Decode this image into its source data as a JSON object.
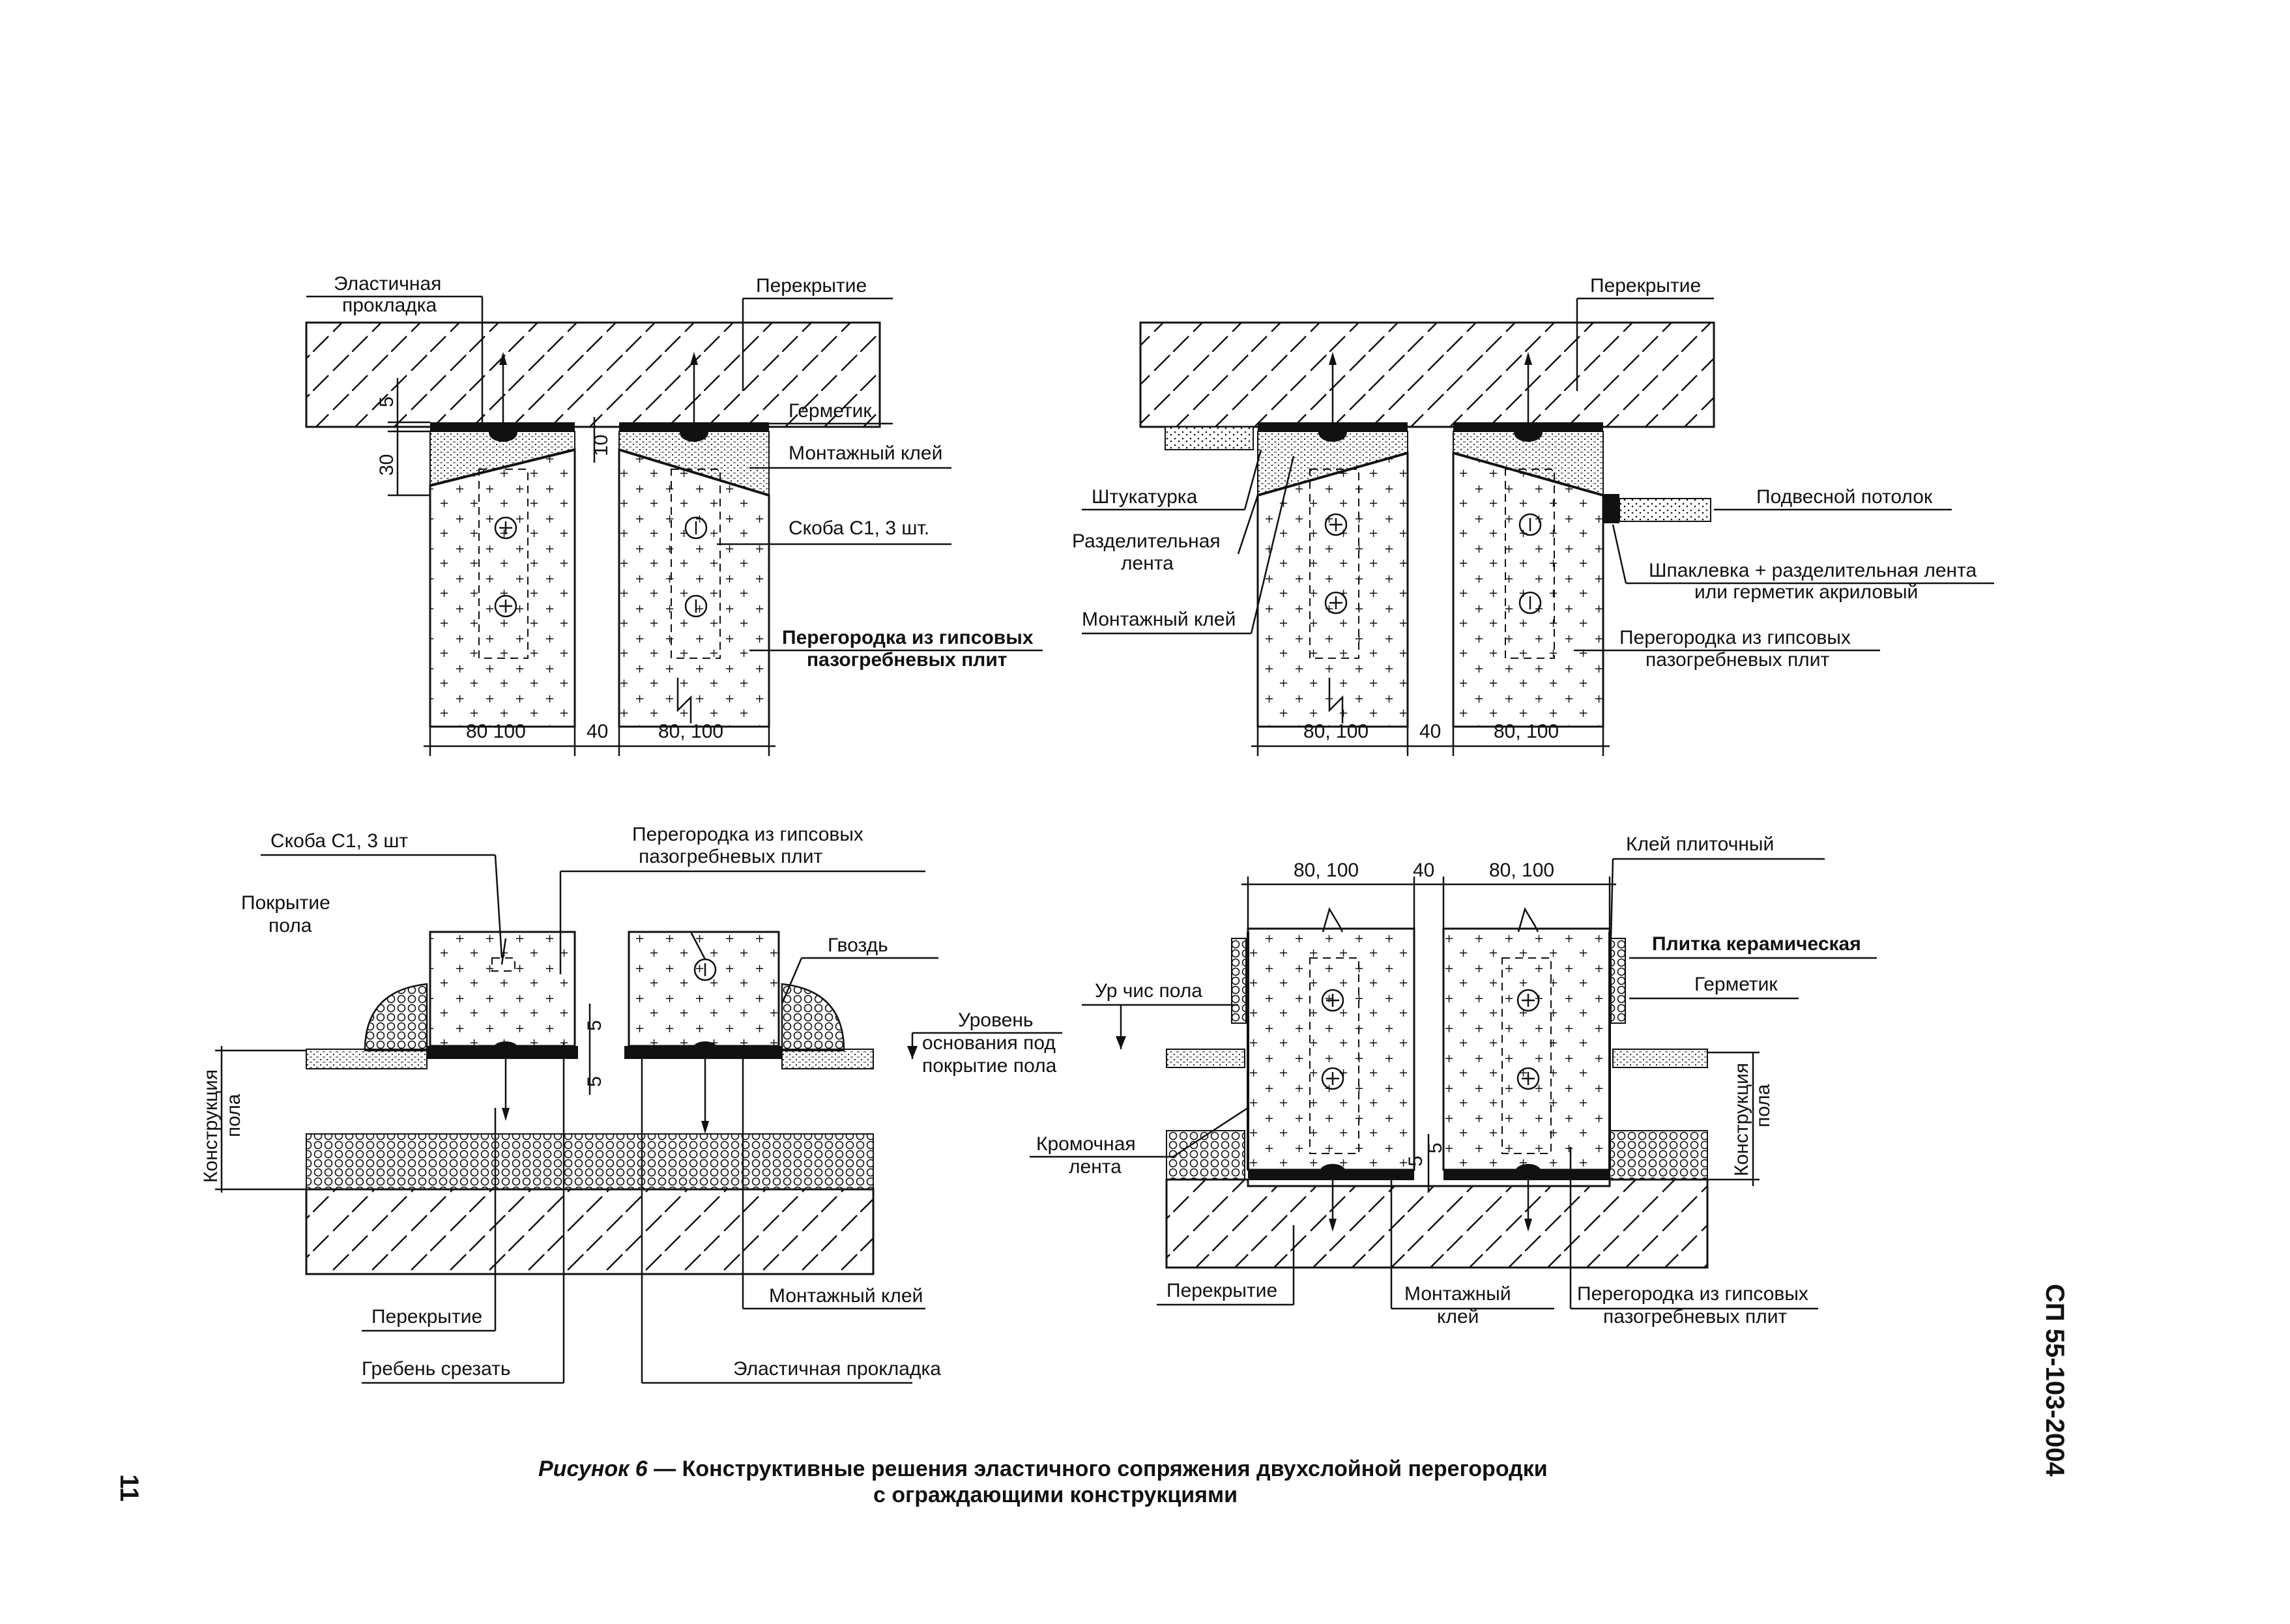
{
  "side_header": "СП 55-103-2004",
  "page_number": "11",
  "caption": {
    "figure_label": "Рисунок 6",
    "line1": " — Конструктивные решения эластичного сопряжения двухслойной перегородки",
    "line2": "с ограждающими конструкциями"
  },
  "top_left": {
    "labels": {
      "elastic_pad_1": "Эластичная",
      "elastic_pad_2": "прокладка",
      "slab": "Перекрытие",
      "sealant": "Герметик",
      "adhesive": "Монтажный клей",
      "bracket": "Скоба С1, 3 шт.",
      "partition_1": "Перегородка из гипсовых",
      "partition_2": "пазогребневых плит"
    },
    "dims": {
      "d5": "5",
      "d30": "30",
      "d10": "10",
      "w1": "80  100",
      "gap": "40",
      "w2": "80, 100"
    }
  },
  "top_right": {
    "labels": {
      "slab": "Перекрытие",
      "plaster": "Штукатурка",
      "separating_tape_1": "Разделительная",
      "separating_tape_2": "лента",
      "adhesive": "Монтажный клей",
      "suspended_ceiling": "Подвесной потолок",
      "putty_1": "Шпаклевка + разделительная лента",
      "putty_2": "или герметик акриловый",
      "partition_1": "Перегородка из гипсовых",
      "partition_2": "пазогребневых плит"
    },
    "dims": {
      "w1": "80, 100",
      "gap": "40",
      "w2": "80, 100"
    }
  },
  "bottom_left": {
    "labels": {
      "bracket": "Скоба С1, 3 шт",
      "floor_cover_1": "Покрытие",
      "floor_cover_2": "пола",
      "partition_1": "Перегородка из гипсовых",
      "partition_2": "пазогребневых плит",
      "nail": "Гвоздь",
      "level_1": "Уровень",
      "level_2": "основания под",
      "level_3": "покрытие пола",
      "floor_construction_1": "Конструкция",
      "floor_construction_2": "пола",
      "slab": "Перекрытие",
      "cut_ridge": "Гребень срезать",
      "adhesive": "Монтажный клей",
      "elastic_pad": "Эластичная прокладка"
    },
    "dims": {
      "d5a": "5",
      "d5b": "5"
    }
  },
  "bottom_right": {
    "labels": {
      "tile_glue": "Клей плиточный",
      "ceramic_tile": "Плитка керамическая",
      "sealant": "Герметик",
      "floor_level": "Ур  чис  пола",
      "edge_tape_1": "Кромочная",
      "edge_tape_2": "лента",
      "floor_construction_1": "Конструкция",
      "floor_construction_2": "пола",
      "slab": "Перекрытие",
      "adhesive_1": "Монтажный",
      "adhesive_2": "клей",
      "partition_1": "Перегородка из гипсовых",
      "partition_2": "пазогребневых плит"
    },
    "dims": {
      "w1": "80, 100",
      "gap": "40",
      "w2": "80, 100",
      "d5a": "5",
      "d5b": "5"
    }
  }
}
